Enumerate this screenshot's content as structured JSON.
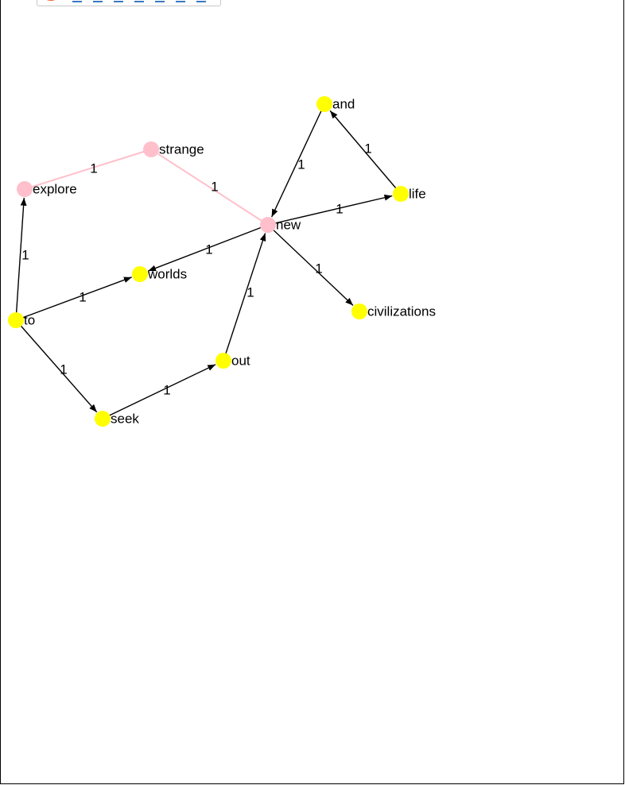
{
  "graph": {
    "colors": {
      "highlight": "#ffc0cb",
      "default_node": "#ffff00",
      "default_edge": "#000000"
    },
    "nodes": [
      {
        "id": "and",
        "label": "and",
        "color": "#ffff00"
      },
      {
        "id": "strange",
        "label": "strange",
        "color": "#ffc0cb"
      },
      {
        "id": "explore",
        "label": "explore",
        "color": "#ffc0cb"
      },
      {
        "id": "life",
        "label": "life",
        "color": "#ffff00"
      },
      {
        "id": "new",
        "label": "new",
        "color": "#ffc0cb"
      },
      {
        "id": "worlds",
        "label": "worlds",
        "color": "#ffff00"
      },
      {
        "id": "civilizations",
        "label": "civilizations",
        "color": "#ffff00"
      },
      {
        "id": "to",
        "label": "to",
        "color": "#ffff00"
      },
      {
        "id": "out",
        "label": "out",
        "color": "#ffff00"
      },
      {
        "id": "seek",
        "label": "seek",
        "color": "#ffff00"
      }
    ],
    "edges": [
      {
        "from": "explore",
        "to": "strange",
        "weight": "1",
        "highlight": true
      },
      {
        "from": "strange",
        "to": "new",
        "weight": "1",
        "highlight": true
      },
      {
        "from": "to",
        "to": "explore",
        "weight": "1",
        "highlight": false
      },
      {
        "from": "to",
        "to": "worlds",
        "weight": "1",
        "highlight": false
      },
      {
        "from": "new",
        "to": "worlds",
        "weight": "1",
        "highlight": false
      },
      {
        "from": "to",
        "to": "seek",
        "weight": "1",
        "highlight": false
      },
      {
        "from": "seek",
        "to": "out",
        "weight": "1",
        "highlight": false
      },
      {
        "from": "out",
        "to": "new",
        "weight": "1",
        "highlight": false
      },
      {
        "from": "new",
        "to": "life",
        "weight": "1",
        "highlight": false
      },
      {
        "from": "life",
        "to": "and",
        "weight": "1",
        "highlight": false
      },
      {
        "from": "and",
        "to": "new",
        "weight": "1",
        "highlight": false
      },
      {
        "from": "new",
        "to": "civilizations",
        "weight": "1",
        "highlight": false
      }
    ]
  }
}
